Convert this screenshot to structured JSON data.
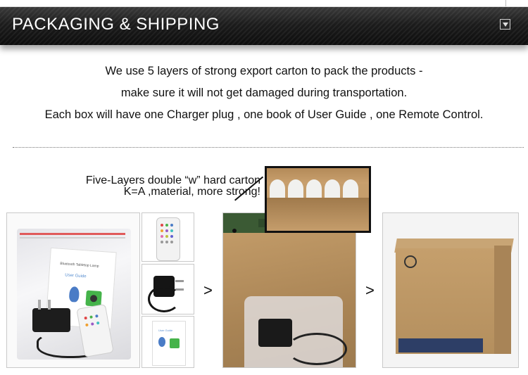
{
  "header": {
    "title": "PACKAGING & SHIPPING",
    "dropdown_icon": "chevron-down-icon"
  },
  "description": {
    "line1": "We use 5 layers of strong export carton to pack the products -",
    "line2": "make sure it will not get damaged during transportation.",
    "line3": "Each box will have one Charger plug , one book of User Guide , one Remote Control."
  },
  "carton_caption": {
    "line1": "Five-Layers double “w” hard carton",
    "line2": "K=A ,material, more strong!"
  },
  "photos": {
    "guide_header": "Bluetooth Tabletop Lamp",
    "guide_title": "User Guide",
    "mini_guide_title": "User Guide"
  },
  "arrows": {
    "first": ">",
    "second": ">"
  },
  "colors": {
    "header_bg": "#1c1c1c",
    "header_text": "#ffffff",
    "body_text": "#111111"
  }
}
